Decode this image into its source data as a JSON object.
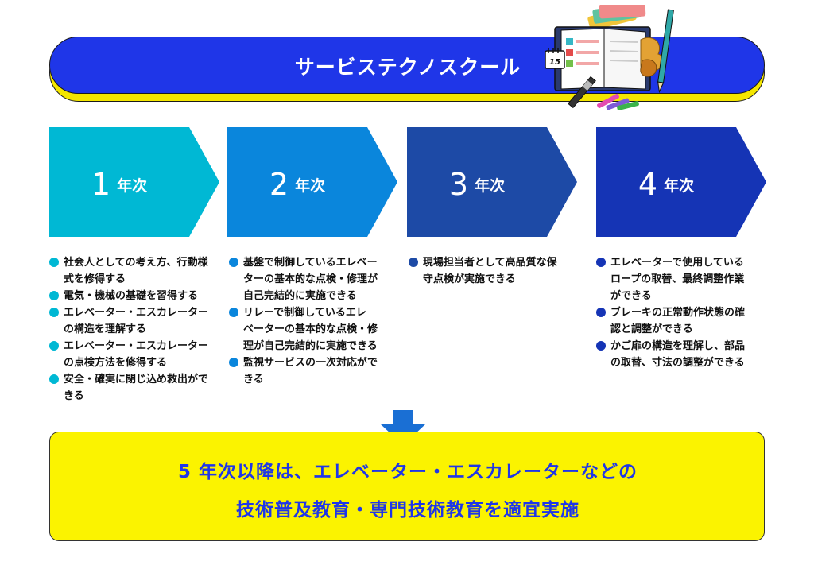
{
  "header": {
    "title": "サービステクノスクール",
    "notebook_page_number": "15"
  },
  "years": [
    {
      "number": "1",
      "suffix": "年次",
      "color": "#00b8d4",
      "dot_color": "#00b8d4",
      "items": [
        [
          "社会人としての考え方、行動様",
          "式を修得する"
        ],
        [
          "電気・機械の基礎を習得する"
        ],
        [
          "エレベーター・エスカレーター",
          "の構造を理解する"
        ],
        [
          "エレベーター・エスカレーター",
          "の点検方法を修得する"
        ],
        [
          "安全・確実に閉じ込め救出がで",
          "きる"
        ]
      ]
    },
    {
      "number": "2",
      "suffix": "年次",
      "color": "#0a86dc",
      "dot_color": "#0a86dc",
      "items": [
        [
          "基盤で制御しているエレベー",
          "ターの基本的な点検・修理が",
          "自己完結的に実施できる"
        ],
        [
          "リレーで制御しているエレ",
          "ベーターの基本的な点検・修",
          "理が自己完結的に実施できる"
        ],
        [
          "監視サービスの一次対応がで",
          "きる"
        ]
      ]
    },
    {
      "number": "3",
      "suffix": "年次",
      "color": "#1d4aa6",
      "dot_color": "#1d4aa6",
      "items": [
        [
          "現場担当者として高品質な保",
          "守点検が実施できる"
        ]
      ]
    },
    {
      "number": "4",
      "suffix": "年次",
      "color": "#1534b5",
      "dot_color": "#1534b5",
      "items": [
        [
          "エレベーターで使用している",
          "ロープの取替、最終調整作業",
          "ができる"
        ],
        [
          "ブレーキの正常動作状態の確",
          "認と調整ができる"
        ],
        [
          "かご扉の構造を理解し、部品",
          "の取替、寸法の調整ができる"
        ]
      ]
    }
  ],
  "summary": {
    "line1": "5 年次以降は、エレベーター・エスカレーターなどの",
    "line2": "技術普及教育・専門技術教育を適宜実施"
  },
  "colors": {
    "banner": "#1f36e8",
    "banner_shadow": "#f4e600",
    "summary_bg": "#fbf300",
    "summary_text": "#1f36e8",
    "down_arrow": "#1a6fd4"
  }
}
